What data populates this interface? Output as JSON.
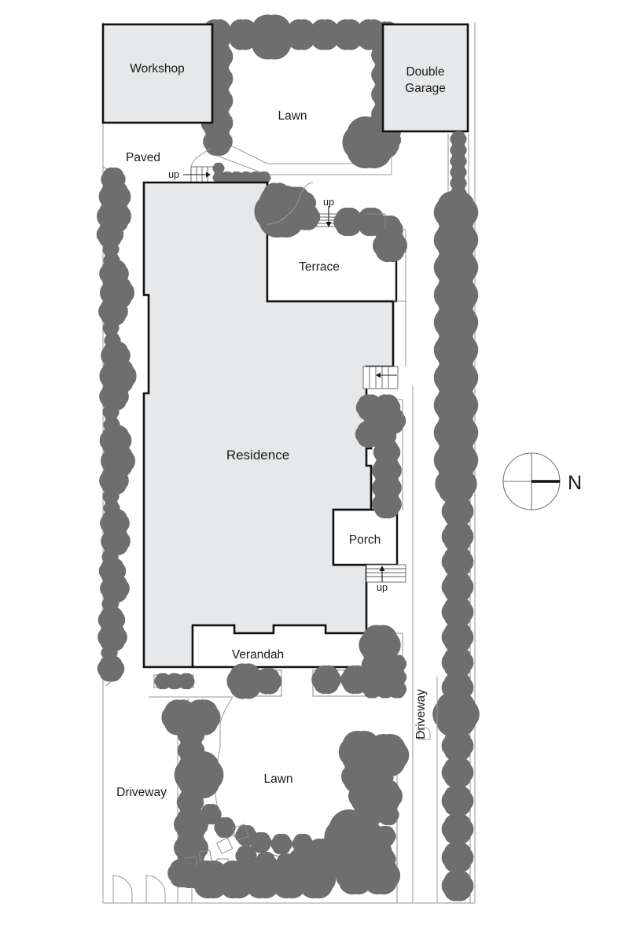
{
  "drawing": {
    "type": "site-plan",
    "title": "Residential Site Plan",
    "background_color": "#ffffff",
    "building_fill": "#e6e8e9",
    "building_stroke": "#111111",
    "planting_stroke": "#6e6e6e"
  },
  "labels": {
    "workshop": "Workshop",
    "double_garage": "Double\nGarage",
    "double_garage_line1": "Double",
    "double_garage_line2": "Garage",
    "lawn_top": "Lawn",
    "paved": "Paved",
    "terrace": "Terrace",
    "residence": "Residence",
    "porch": "Porch",
    "verandah": "Verandah",
    "lawn_bottom": "Lawn",
    "driveway_left": "Driveway",
    "driveway_right": "Driveway",
    "up_top": "up",
    "up_terrace": "up",
    "up_porch": "up",
    "north": "N"
  },
  "structures": [
    {
      "name": "workshop",
      "label": "Workshop",
      "kind": "building"
    },
    {
      "name": "double-garage",
      "label": "Double Garage",
      "kind": "building"
    },
    {
      "name": "residence",
      "label": "Residence",
      "kind": "building"
    },
    {
      "name": "terrace",
      "label": "Terrace",
      "kind": "outdoor-room"
    },
    {
      "name": "porch",
      "label": "Porch",
      "kind": "outdoor-room"
    },
    {
      "name": "verandah",
      "label": "Verandah",
      "kind": "outdoor-room"
    }
  ],
  "areas": [
    {
      "name": "lawn-north",
      "label": "Lawn"
    },
    {
      "name": "lawn-south",
      "label": "Lawn"
    },
    {
      "name": "paved-area",
      "label": "Paved"
    },
    {
      "name": "driveway-west",
      "label": "Driveway"
    },
    {
      "name": "driveway-east",
      "label": "Driveway"
    }
  ],
  "stairs": [
    {
      "name": "stair-north-entry",
      "label": "up",
      "direction": "right"
    },
    {
      "name": "stair-terrace",
      "label": "up",
      "direction": "down"
    },
    {
      "name": "stair-mid-east",
      "label": "",
      "direction": "left"
    },
    {
      "name": "stair-porch",
      "label": "up",
      "direction": "up"
    }
  ],
  "compass": {
    "label": "N",
    "points_to": "east"
  }
}
